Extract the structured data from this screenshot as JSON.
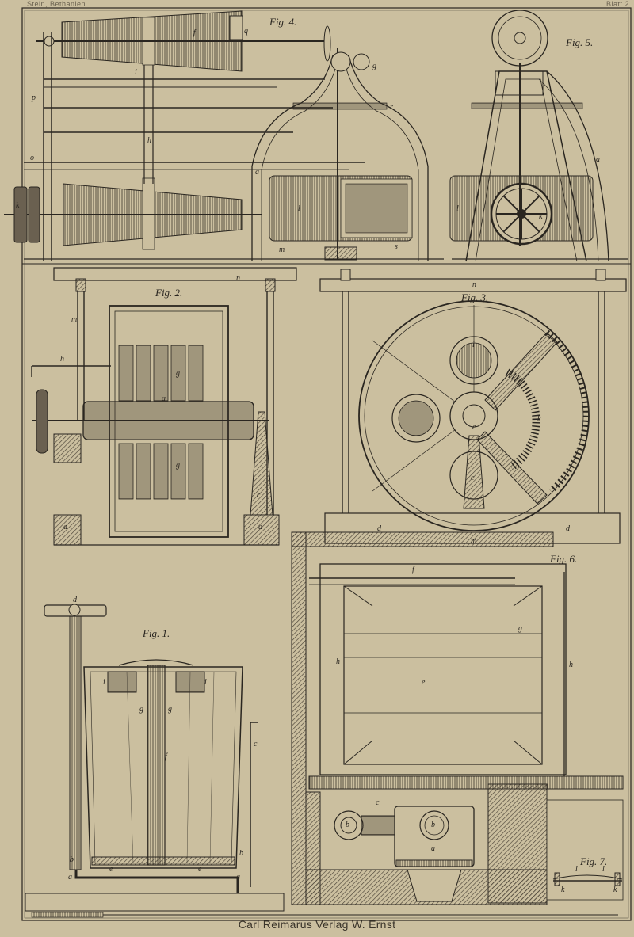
{
  "header": {
    "left": "Stein, Bethanien",
    "right": "Blatt 2"
  },
  "imprint": "Carl Reimarus Verlag W. Ernst",
  "figures": {
    "fig1": "Fig. 1.",
    "fig2": "Fig. 2.",
    "fig3": "Fig. 3.",
    "fig4": "Fig. 4.",
    "fig5": "Fig. 5.",
    "fig6": "Fig. 6.",
    "fig7": "Fig. 7."
  },
  "letters": {
    "a": "a",
    "b": "b",
    "c": "c",
    "d": "d",
    "e": "e",
    "f": "f",
    "g": "g",
    "h": "h",
    "i": "i",
    "k": "k",
    "l": "l",
    "m": "m",
    "n": "n",
    "o": "o",
    "p": "p",
    "q": "q",
    "r": "r",
    "s": "s"
  },
  "colors": {
    "paper": "#cbbf9f",
    "ink": "#2a2620",
    "hatch": "#5a5244"
  }
}
